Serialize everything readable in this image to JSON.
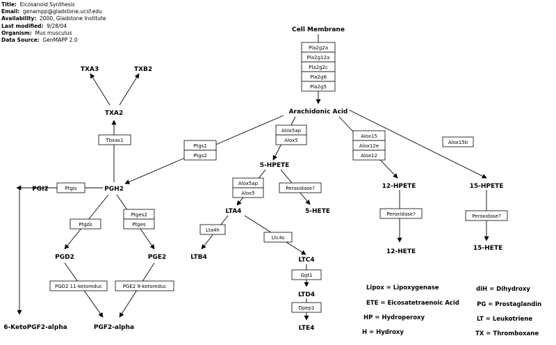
{
  "info": {
    "title_label": "Title:",
    "title": "Eicosanoid Synthesis",
    "email_label": "Email:",
    "email": "genampp@gladstone.ucsf.edu",
    "availability_label": "Availability:",
    "availability": "2000, Gladstone Institute",
    "modified_label": "Last modified:",
    "modified": "9/28/04",
    "organism_label": "Organism:",
    "organism": "Mus musculus",
    "source_label": "Data Source:",
    "source": "GenMAPP 2.0"
  },
  "labels": {
    "cell_membrane": "Cell Membrane",
    "arachidonic_acid": "Arachidonic Acid",
    "txa3": "TXA3",
    "txb2": "TXB2",
    "txa2": "TXA2",
    "pgh2": "PGH2",
    "pgi2": "PGI2",
    "pgd2": "PGD2",
    "pge2": "PGE2",
    "pgf2_alpha": "PGF2-alpha",
    "keto_pgf2_alpha": "6-KetoPGF2-alpha",
    "hpete5": "5-HPETE",
    "hete5": "5-HETE",
    "lta4": "LTA4",
    "ltb4": "LTB4",
    "ltc4": "LTC4",
    "ltd4": "LTD4",
    "lte4": "LTE4",
    "hpete12": "12-HPETE",
    "hete12": "12-HETE",
    "hpete15": "15-HPETE",
    "hete15": "15-HETE"
  },
  "genes": {
    "pla2g2a": "Pla2g2a",
    "pla2g12a": "Pla2g12a",
    "pla2g2c": "Pla2g2c",
    "pla2g6": "Pla2g6",
    "pla2g5": "Pla2g5",
    "tbxas1": "Tbxas1",
    "ptgs1": "Ptgs1",
    "ptgs2": "Ptgs2",
    "ptgis": "Ptgis",
    "ptgds": "Ptgds",
    "ptges2": "Ptges2",
    "ptges": "Ptges",
    "pgd2_ketoreduc": "PGD2 11-ketoreduc",
    "pge2_ketoreduc": "PGE2 9-ketoreduc",
    "alox5ap_a": "Alox5ap",
    "alox5_a": "Alox5",
    "alox5ap_b": "Alox5ap",
    "alox5_b": "Alox5",
    "peroxidase_5": "Peroxidase?",
    "lta4h": "Lta4h",
    "ltc4s": "Ltc4s",
    "ggt1": "Ggt1",
    "dpep1": "Dpep1",
    "alox15": "Alox15",
    "alox12e": "Alox12e",
    "alox12": "Alox12",
    "peroxidase_12": "Peroxidase?",
    "alox15b": "Alox15b",
    "peroxidase_15": "Peroxidase?"
  },
  "legend": {
    "lipox": "Lipox = Lipoxygenase",
    "ete": "ETE = Eicosatetraenoic Acid",
    "hp": "HP = Hydroperoxy",
    "h": "H = Hydroxy",
    "dih": "diH = Dihydroxy",
    "pg": "PG = Prostaglandin",
    "lt": "LT = Leukotriene",
    "tx": "TX = Thromboxane"
  }
}
